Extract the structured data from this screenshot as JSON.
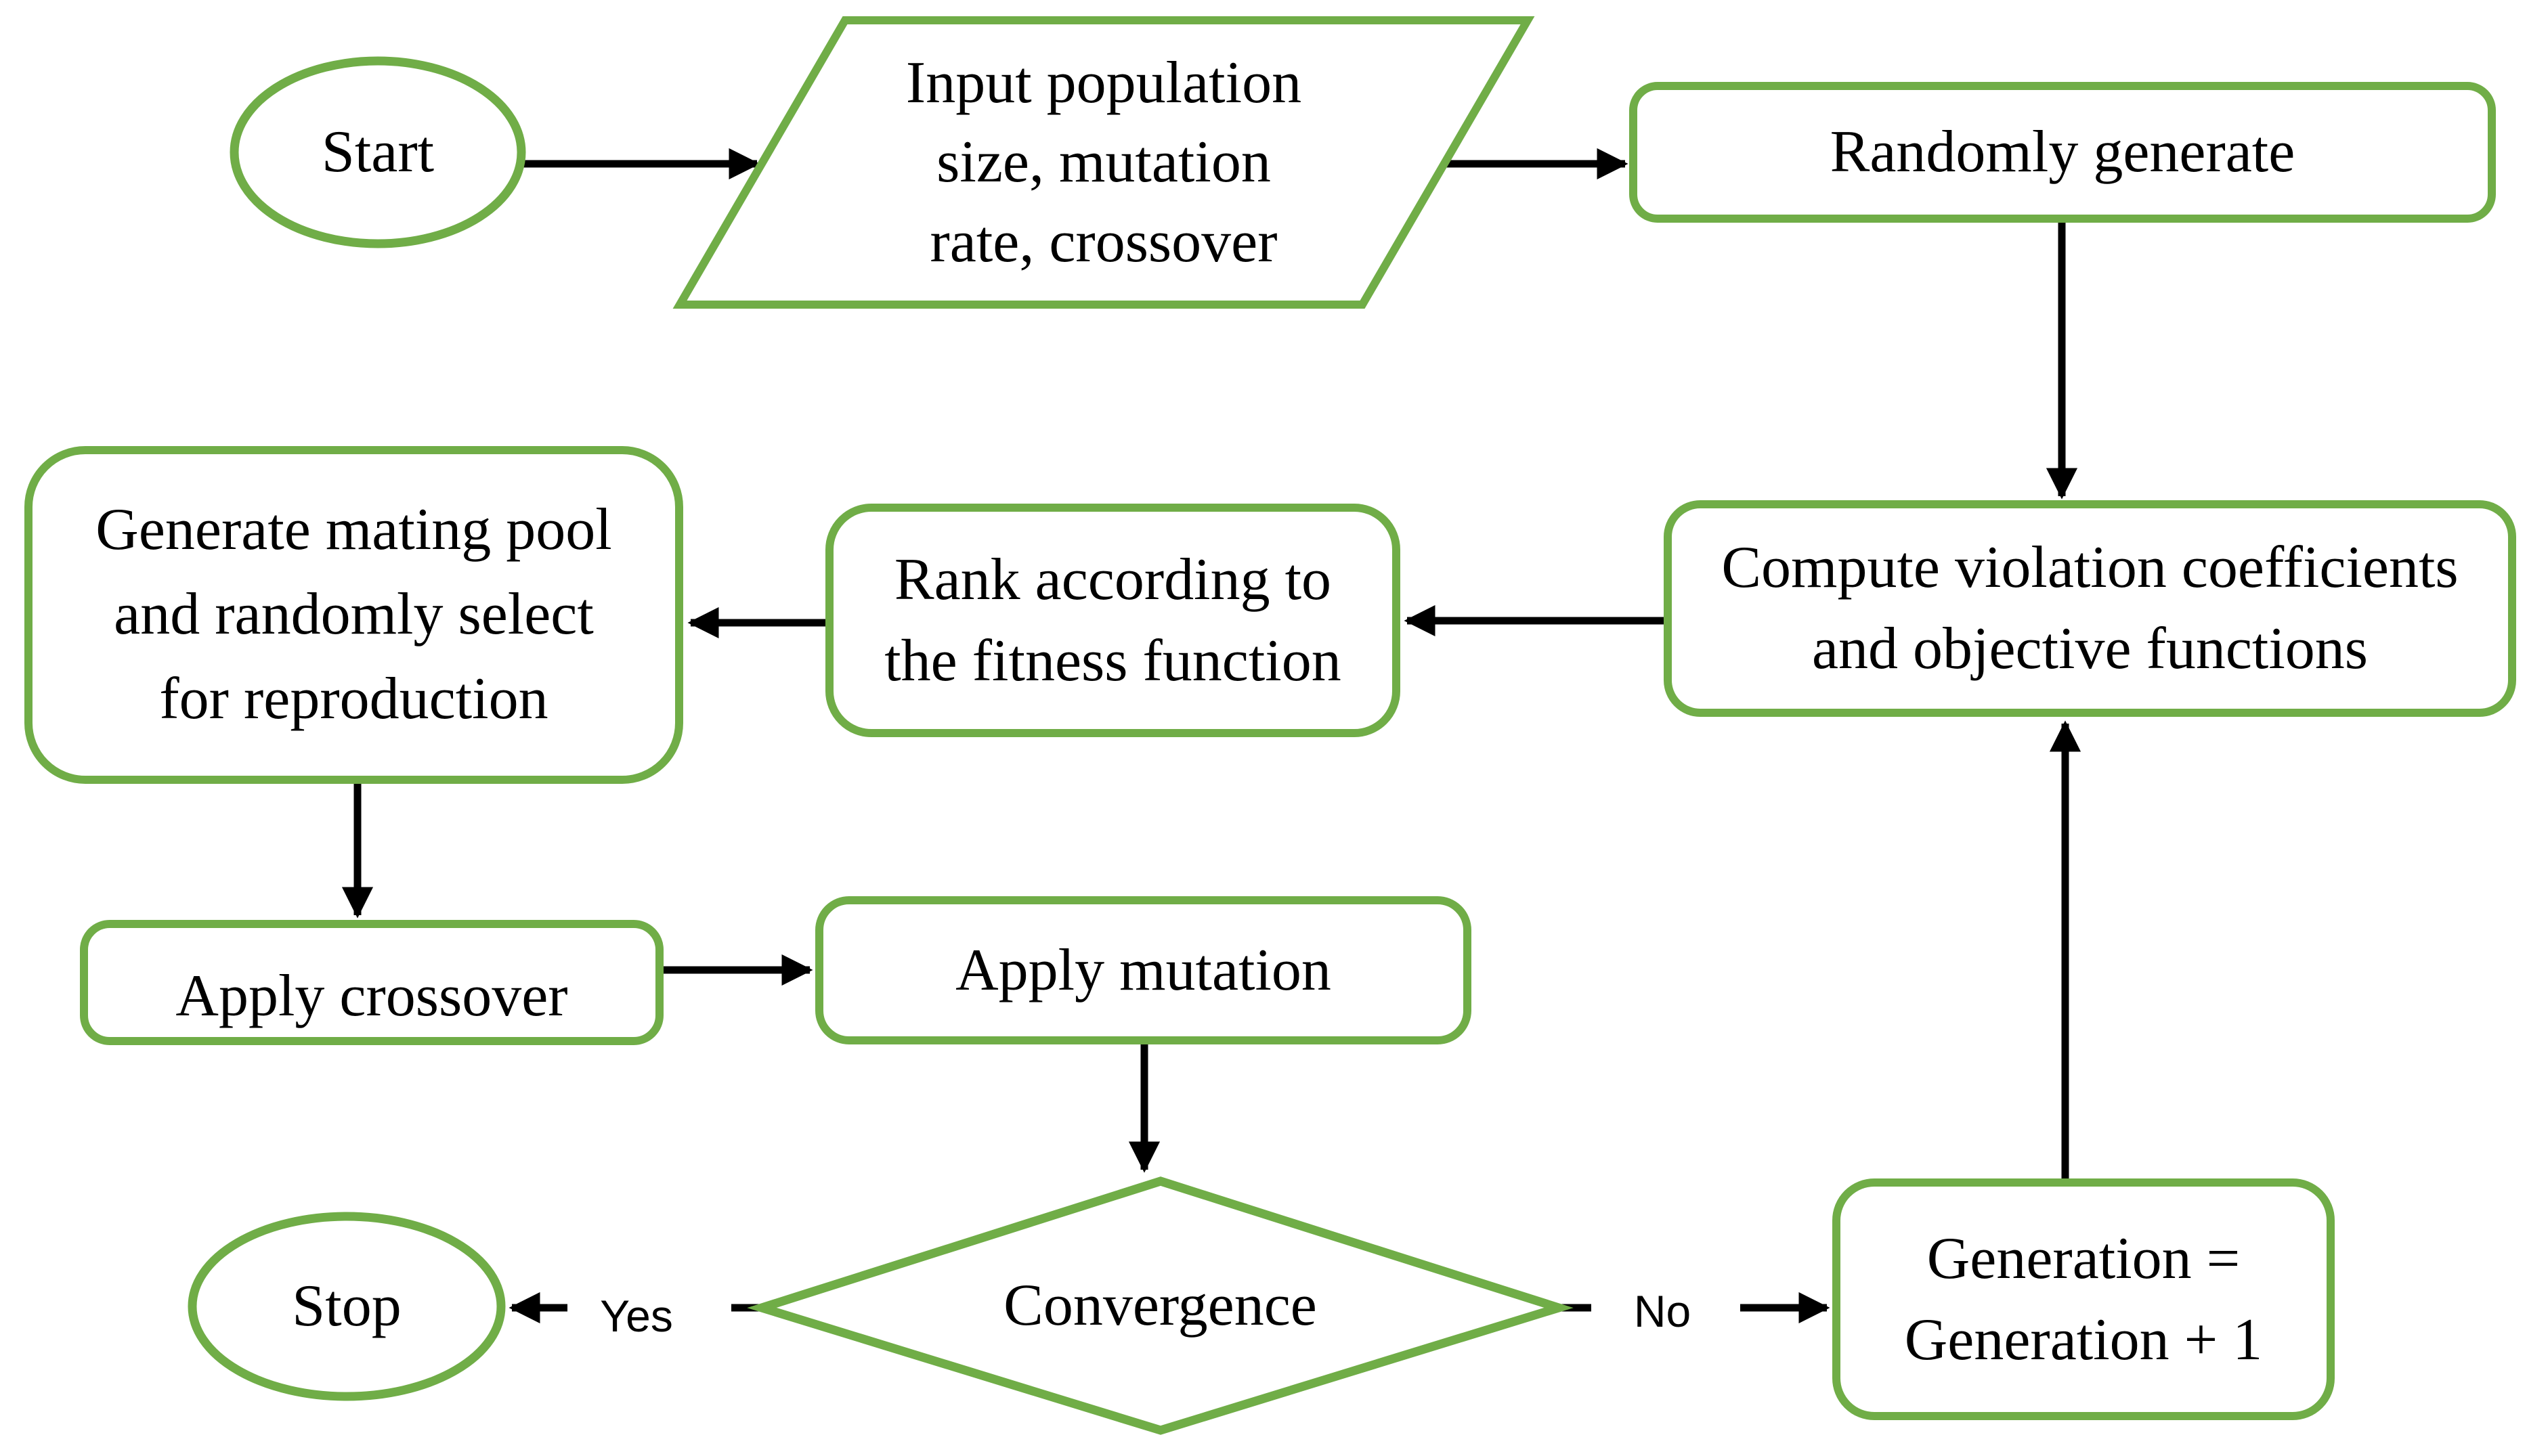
{
  "figure": {
    "type": "flowchart",
    "topic": "Genetic algorithm optimization loop"
  },
  "palette": {
    "shape_green": "#70AD47",
    "line_black": "#000000",
    "text_black": "#000000",
    "background": "#FFFFFF"
  },
  "nodes": {
    "start": {
      "label": "Start"
    },
    "input": {
      "lines": [
        "Input population",
        "size, mutation",
        "rate, crossover"
      ]
    },
    "randomly_generate": {
      "label": "Randomly generate"
    },
    "compute": {
      "lines": [
        "Compute violation coefficients",
        "and objective functions"
      ]
    },
    "rank": {
      "lines": [
        "Rank according to",
        "the fitness function"
      ]
    },
    "mating_pool": {
      "lines": [
        "Generate mating pool",
        "and randomly select",
        "for reproduction"
      ]
    },
    "apply_crossover": {
      "label": "Apply crossover"
    },
    "apply_mutation": {
      "label": "Apply mutation"
    },
    "convergence": {
      "label": "Convergence"
    },
    "stop": {
      "label": "Stop"
    },
    "generation": {
      "lines": [
        "Generation =",
        "Generation + 1"
      ]
    }
  },
  "edges": {
    "yes": "Yes",
    "no": "No"
  }
}
